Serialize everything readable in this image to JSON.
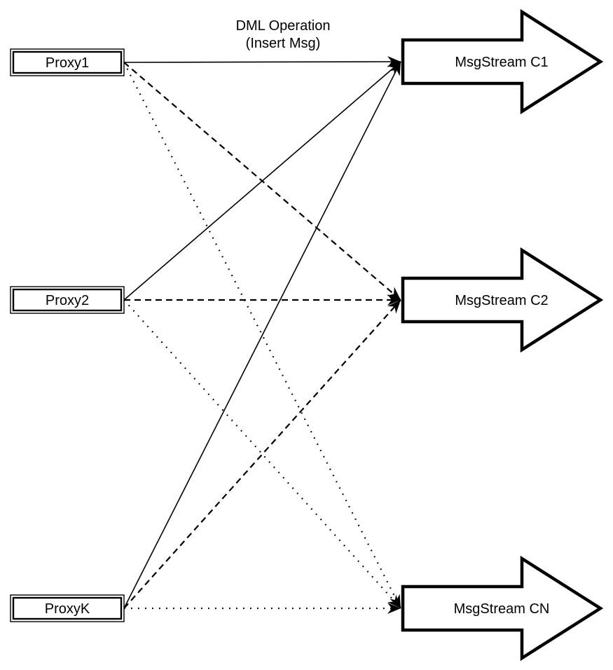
{
  "diagram": {
    "title": {
      "line1": "DML Operation",
      "line2": "(Insert Msg)"
    },
    "proxies": [
      {
        "label": "Proxy1"
      },
      {
        "label": "Proxy2"
      },
      {
        "label": "ProxyK"
      }
    ],
    "streams": [
      {
        "label": "MsgStream C1"
      },
      {
        "label": "MsgStream C2"
      },
      {
        "label": "MsgStream CN"
      }
    ],
    "edges": [
      {
        "from": "Proxy1",
        "to": "MsgStream C1",
        "style": "solid"
      },
      {
        "from": "Proxy2",
        "to": "MsgStream C1",
        "style": "solid"
      },
      {
        "from": "ProxyK",
        "to": "MsgStream C1",
        "style": "solid"
      },
      {
        "from": "Proxy1",
        "to": "MsgStream C2",
        "style": "dashed"
      },
      {
        "from": "Proxy2",
        "to": "MsgStream C2",
        "style": "dashed"
      },
      {
        "from": "ProxyK",
        "to": "MsgStream C2",
        "style": "dashed"
      },
      {
        "from": "Proxy1",
        "to": "MsgStream CN",
        "style": "dotted"
      },
      {
        "from": "Proxy2",
        "to": "MsgStream CN",
        "style": "dotted"
      },
      {
        "from": "ProxyK",
        "to": "MsgStream CN",
        "style": "dotted"
      }
    ],
    "colors": {
      "stroke": "#000000",
      "shape_fill": "#ffffff",
      "background": "#ffffff"
    }
  }
}
